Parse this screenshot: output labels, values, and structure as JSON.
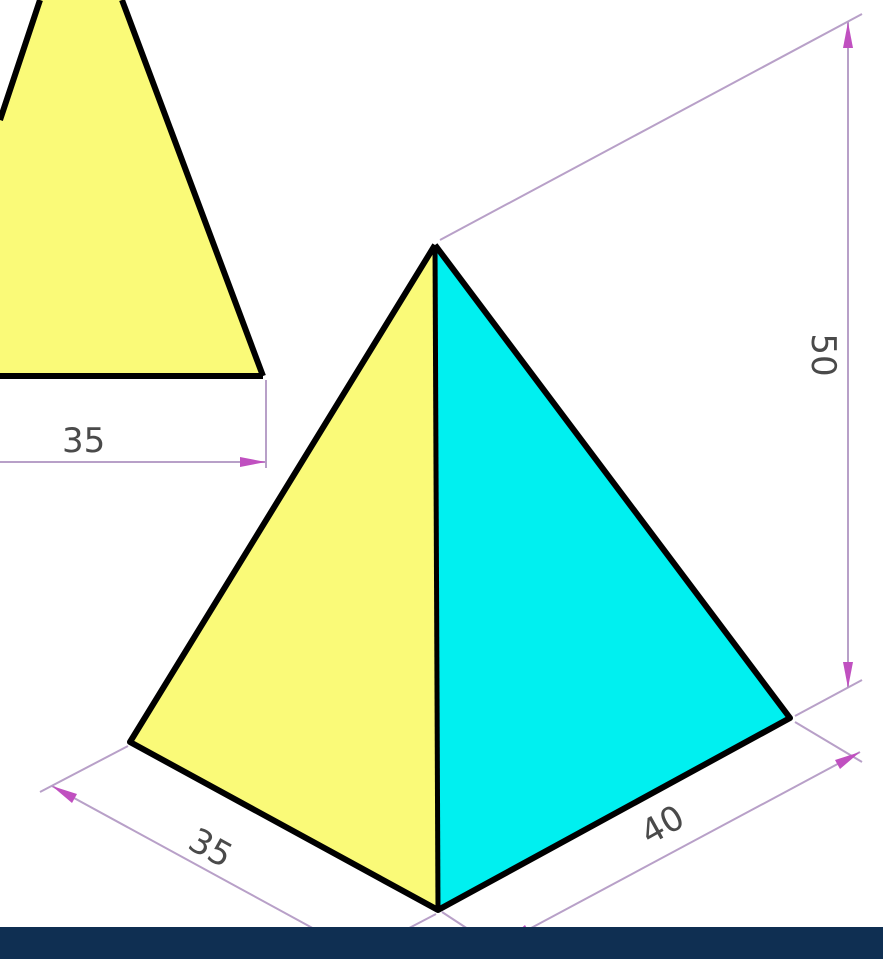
{
  "dimensions": {
    "front_view_width": "35",
    "height": "50",
    "depth": "35",
    "width": "40"
  },
  "colors": {
    "left_face": "#fafa78",
    "right_face": "#00f0f0",
    "edge": "#000000",
    "dimension_line": "#b8a0c8",
    "arrow": "#c050c0",
    "bottom_bar": "#0f2f52"
  }
}
